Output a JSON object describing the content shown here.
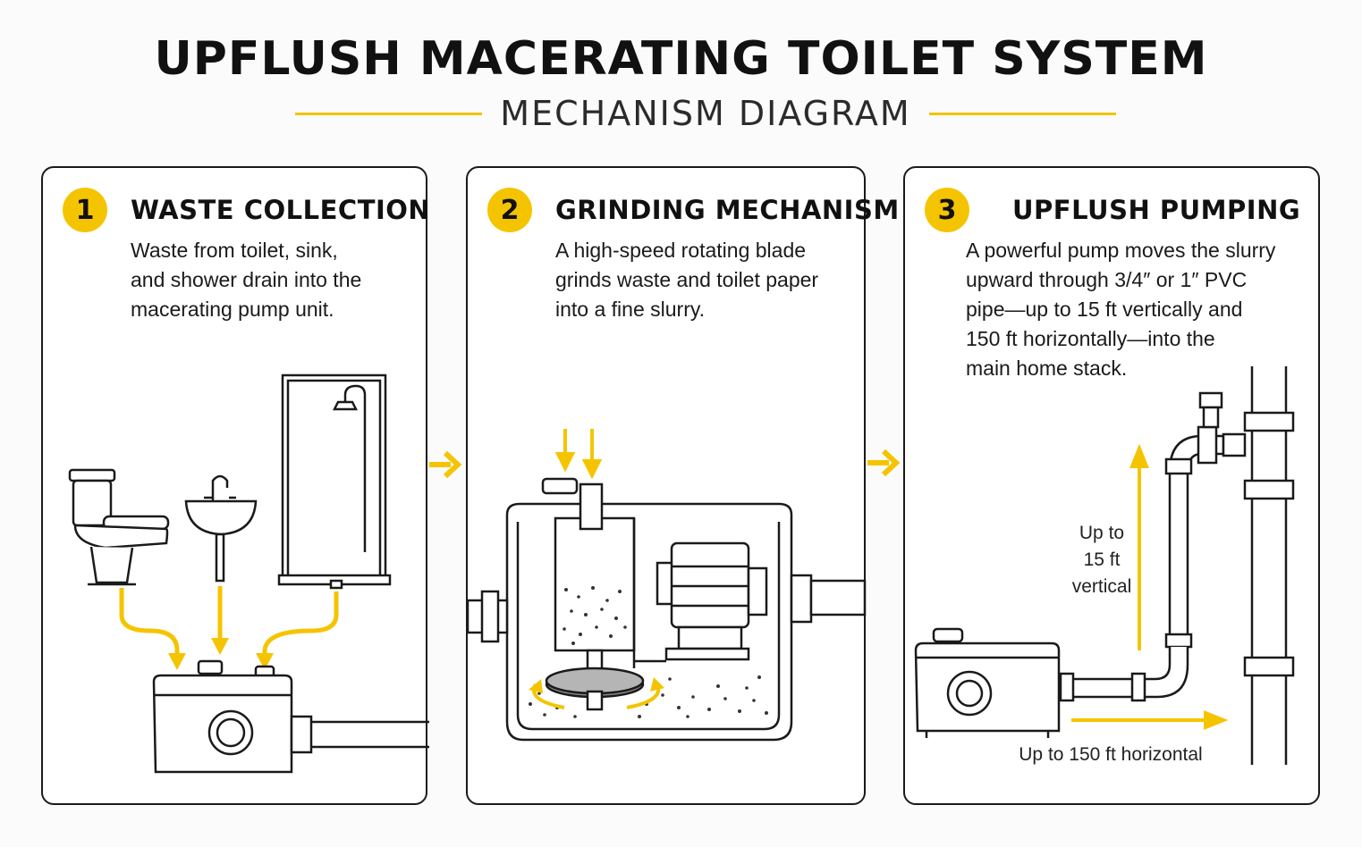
{
  "header": {
    "title": "UPFLUSH MACERATING TOILET SYSTEM",
    "subtitle": "MECHANISM DIAGRAM"
  },
  "colors": {
    "accent": "#f5c400",
    "outline": "#1a1a1a",
    "background": "#ffffff"
  },
  "steps": [
    {
      "number": "1",
      "title": "WASTE COLLECTION",
      "description": "Waste from toilet, sink,\nand shower drain into the\nmacerating pump unit.",
      "icons": [
        "toilet-icon",
        "sink-icon",
        "shower-icon",
        "macerator-unit-icon"
      ]
    },
    {
      "number": "2",
      "title": "GRINDING MECHANISM",
      "description": "A high-speed rotating blade\ngrinds waste and toilet paper\ninto a fine slurry.",
      "icons": [
        "grinding-chamber-icon",
        "rotating-blade-icon",
        "motor-icon"
      ]
    },
    {
      "number": "3",
      "title": "UPFLUSH PUMPING",
      "description": "A powerful pump moves the slurry\nupward through 3/4″ or 1″ PVC\npipe—up to 15 ft vertically and\n150 ft horizontally—into the\nmain home stack.",
      "labels": {
        "vertical": "Up to\n15 ft\nvertical",
        "horizontal": "Up to 150 ft horizontal"
      }
    }
  ]
}
